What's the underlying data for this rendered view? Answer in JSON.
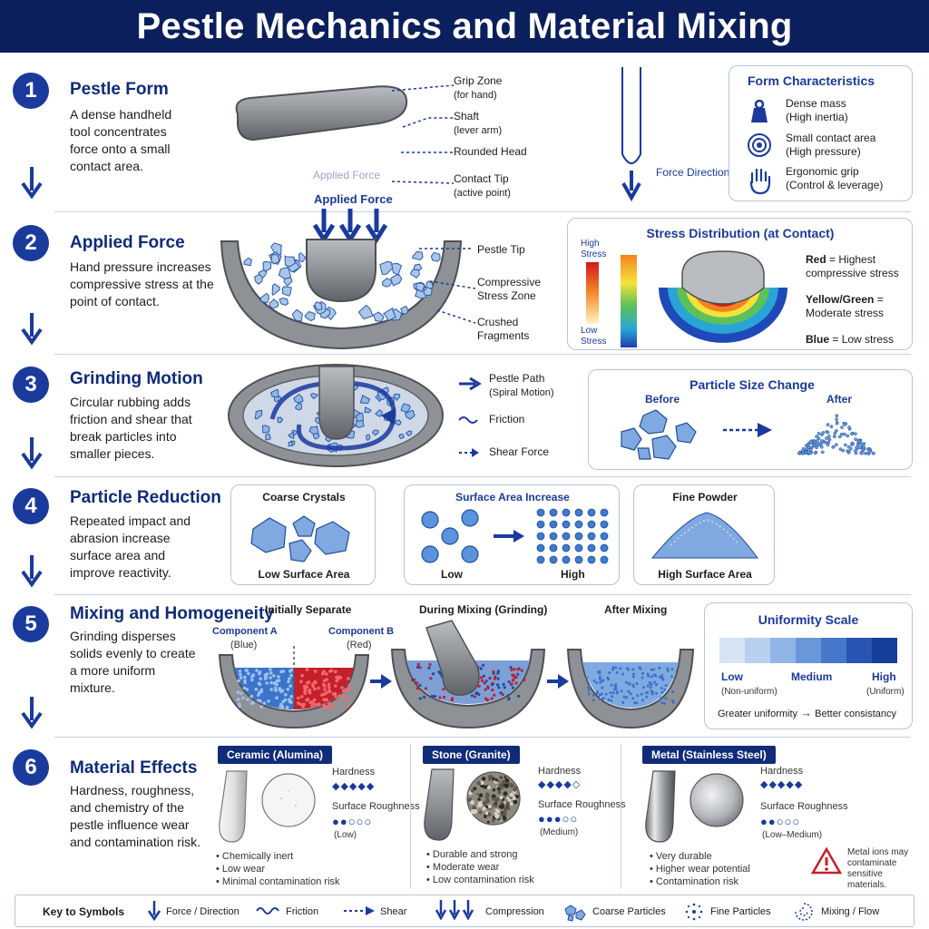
{
  "title": "Pestle Mechanics and Material Mixing",
  "steps": [
    {
      "num": "1",
      "title": "Pestle Form",
      "desc": "A dense handheld tool concentrates force onto a small contact area."
    },
    {
      "num": "2",
      "title": "Applied Force",
      "desc": "Hand pressure increases compressive stress at the point of contact."
    },
    {
      "num": "3",
      "title": "Grinding Motion",
      "desc": "Circular rubbing adds friction and shear that break particles into smaller pieces."
    },
    {
      "num": "4",
      "title": "Particle Reduction",
      "desc": "Repeated impact and abrasion increase surface area and improve reactivity."
    },
    {
      "num": "5",
      "title": "Mixing and Homogeneity",
      "desc": "Grinding disperses solids evenly to create a more uniform mixture."
    },
    {
      "num": "6",
      "title": "Material Effects",
      "desc": "Hardness, roughness, and chemistry of the pestle influence wear and contamination risk."
    }
  ],
  "s1": {
    "labels": [
      {
        "main": "Grip Zone",
        "sub": "(for hand)"
      },
      {
        "main": "Shaft",
        "sub": "(lever arm)"
      },
      {
        "main": "Rounded Head",
        "sub": ""
      },
      {
        "main": "Contact Tip",
        "sub": "(active point)"
      }
    ],
    "faint_label": "Applied Force",
    "force_direction": "Force Direction",
    "characteristics": {
      "title": "Form Characteristics",
      "items": [
        {
          "icon": "weight-icon",
          "main": "Dense mass",
          "sub": "(High inertia)"
        },
        {
          "icon": "target-icon",
          "main": "Small contact area",
          "sub": "(High pressure)"
        },
        {
          "icon": "hand-icon",
          "main": "Ergonomic grip",
          "sub": "(Control & leverage)"
        }
      ]
    }
  },
  "s2": {
    "applied_force": "Applied Force",
    "labels": [
      {
        "main": "Pestle Tip",
        "sub": ""
      },
      {
        "main": "Compressive",
        "sub": "Stress Zone"
      },
      {
        "main": "Crushed",
        "sub": "Fragments"
      }
    ],
    "stress": {
      "title": "Stress Distribution (at Contact)",
      "high": "High Stress",
      "low": "Low Stress",
      "red_key": "Red",
      "red_text": "= Highest compressive stress",
      "yellow_key": "Yellow/Green",
      "yellow_text": "= Moderate stress",
      "blue_key": "Blue",
      "blue_text": "= Low stress"
    }
  },
  "s3": {
    "labels": [
      {
        "main": "Pestle Path",
        "sub": "(Spiral Motion)"
      },
      {
        "main": "Friction",
        "sub": ""
      },
      {
        "main": "Shear Force",
        "sub": ""
      }
    ],
    "size_change": {
      "title": "Particle Size Change",
      "before": "Before",
      "after": "After"
    }
  },
  "s4": {
    "coarse": {
      "title": "Coarse Crystals",
      "caption": "Low Surface Area"
    },
    "surface": {
      "title": "Surface Area Increase",
      "low": "Low",
      "high": "High"
    },
    "fine": {
      "title": "Fine Powder",
      "caption": "High Surface Area"
    }
  },
  "s5": {
    "initially": "Initially Separate",
    "comp_a": "Component A",
    "comp_a_sub": "(Blue)",
    "comp_b": "Component B",
    "comp_b_sub": "(Red)",
    "during": "During Mixing (Grinding)",
    "after": "After Mixing",
    "scale": {
      "title": "Uniformity Scale",
      "low": "Low",
      "low_sub": "(Non-uniform)",
      "medium": "Medium",
      "high": "High",
      "high_sub": "(Uniform)",
      "footer_left": "Greater uniformity",
      "footer_right": "Better consistancy",
      "colors": [
        "#d6e4f5",
        "#b8d0ee",
        "#90b5e6",
        "#6a97da",
        "#4777c9",
        "#2954b3",
        "#173d9c"
      ]
    }
  },
  "s6": {
    "hardness_label": "Hardness",
    "roughness_label": "Surface Roughness",
    "materials": [
      {
        "name": "Ceramic (Alumina)",
        "hardness": "◆◆◆◆◆",
        "roughness": "●●○○○",
        "rough_note": "(Low)",
        "bullets": [
          "Chemically inert",
          "Low wear",
          "Minimal contamination risk"
        ]
      },
      {
        "name": "Stone (Granite)",
        "hardness": "◆◆◆◆◇",
        "roughness": "●●●○○",
        "rough_note": "(Medium)",
        "bullets": [
          "Durable and strong",
          "Moderate wear",
          "Low contamination risk"
        ]
      },
      {
        "name": "Metal (Stainless Steel)",
        "hardness": "◆◆◆◆◆",
        "roughness": "●●○○○",
        "rough_note": "(Low–Medium)",
        "bullets": [
          "Very durable",
          "Higher wear potential",
          "Contamination risk"
        ]
      }
    ],
    "warning": "Metal ions may contaminate sensitive materials."
  },
  "key": {
    "title": "Key to Symbols",
    "items": [
      "Force / Direction",
      "Friction",
      "Shear",
      "Compression",
      "Coarse Particles",
      "Fine Particles",
      "Mixing / Flow"
    ]
  },
  "colors": {
    "navy": "#0b1f5c",
    "accent": "#1a3a9c",
    "stone": "#8e9296"
  }
}
